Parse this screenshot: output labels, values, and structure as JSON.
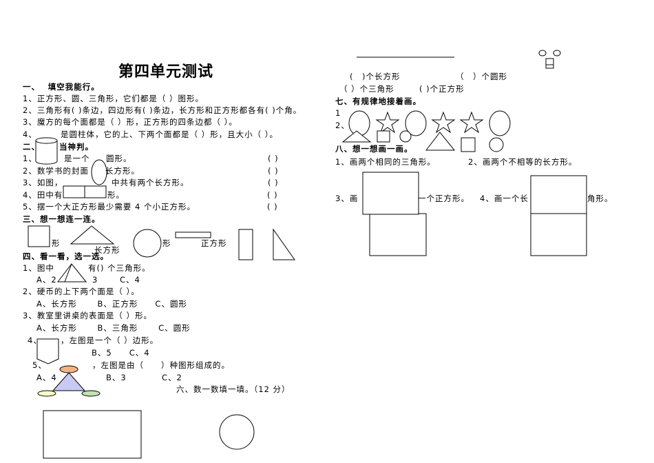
{
  "title": "第四单元测试",
  "s1": {
    "heading": "一、　 填空我能行。",
    "q1": "1、正方形、圆、三角形，它们都是（ ）图形。",
    "q2": "2、三角形有( )条边，四边形有( )条边，长方形和正方形都各有( )个角。",
    "q3": "3、魔方的每个面都是（ ）形，正方形的四条边都（ ）。",
    "q4a": "4、",
    "q4b": "是圆柱体，它的上、下两个面都是（ ）形，且大小（ ）。"
  },
  "s2": {
    "heading_a": "二、",
    "heading_b": "当神判。",
    "q1a": "1、",
    "q1b": "是一个",
    "q1c": "圆形。",
    "q2a": "2、数学书的封面",
    "q2b": "长方形。",
    "q3a": "3、如图，",
    "q3b": "中共有两个长方形。",
    "q4a": "4、田中有",
    "q4b": "形。",
    "q5": "5、摆一个大正方形最少需要 4 个小正方形。",
    "paren": "( )"
  },
  "s3": {
    "heading": "三、想一想连一连。",
    "l1": "形",
    "l2": "长方形",
    "l3": "形",
    "l4": "正方形"
  },
  "s4": {
    "heading": "四、看一看，选一选。",
    "q1a": "1、图中",
    "q1b": "有() 个三角形。",
    "q1opt_a": "A、2",
    "q1opt_b": "3",
    "q1opt_c": "C、4",
    "q2": "2、硬币的上下两个面是（ ）。",
    "q2opts": "A、长方形　　 B、正方形　　C、圆形",
    "q3": "3、教室里讲桌的表面是（ ）形。",
    "q3opts": "A、长方形　　 B、三角形　　 C、圆形",
    "q4a": "4、",
    "q4b": "，左图是一个（ ）边形。",
    "q4opts": "B、5　　C、4",
    "q5a": "5、",
    "q5b": "，左图是由（　　）种图形组成的。",
    "q5opts_a": "A、4",
    "q5opts_b": "B、3",
    "q5opts_c": "C、2"
  },
  "s6": {
    "heading": "六、数一数填一填。（12 分）",
    "c1": "(　)个长方形",
    "c2": "（　）个圆形",
    "c3": "（ ）个三角形",
    "c4": "( )个正方形"
  },
  "s7": {
    "heading": "七、有规律地接着画。",
    "q1": "1",
    "q2": "2、"
  },
  "s8": {
    "heading": "八、想一想画一画。",
    "q1": "1、画两个相同的三角形。",
    "q2": "2、画两个不相等的长方形。",
    "q3a": "3、画",
    "q3b": "一个正方形。",
    "q4a": "4、画一个长",
    "q4b": "角形。"
  },
  "colors": {
    "oval_top": "#f4b183",
    "triangle": "#c9c9f5",
    "oval_left": "#ffffcc",
    "oval_right": "#c5e0b4"
  }
}
